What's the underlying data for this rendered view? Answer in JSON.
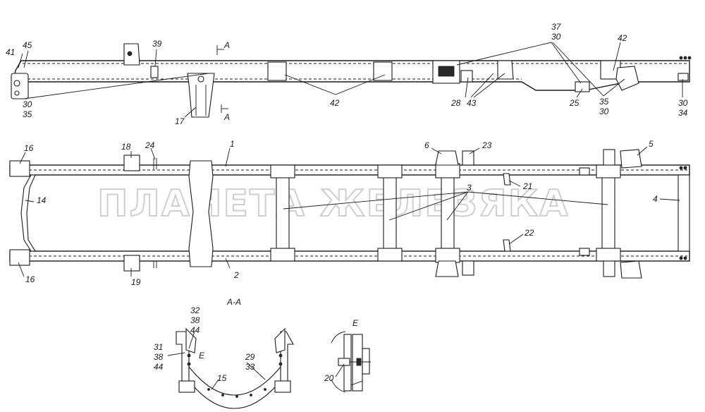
{
  "watermark": "ПЛАНЕТА ЖЕЛЕЗЯКА",
  "section_labels": {
    "aa_top": "A",
    "aa_bottom": "A",
    "section_title": "А-А",
    "detail_title": "Е",
    "detail_mark": "Е"
  },
  "callouts": {
    "c41": "41",
    "c45": "45",
    "c39": "39",
    "c37": "37",
    "c30a": "30",
    "c42a": "42",
    "c30b": "30",
    "c35a": "35",
    "c17": "17",
    "c42b": "42",
    "c28": "28",
    "c43": "43",
    "c25": "25",
    "c35b": "35",
    "c30c": "30",
    "c30d": "30",
    "c34": "34",
    "c16a": "16",
    "c18": "18",
    "c24": "24",
    "c1": "1",
    "c6": "6",
    "c23": "23",
    "c5": "5",
    "c14": "14",
    "c3": "3",
    "c21": "21",
    "c4": "4",
    "c22": "22",
    "c2": "2",
    "c16b": "16",
    "c19": "19",
    "c32": "32",
    "c38a": "38",
    "c44a": "44",
    "c31": "31",
    "c38b": "38",
    "c44b": "44",
    "c29": "29",
    "c33": "33",
    "c15": "15",
    "c20": "20"
  }
}
